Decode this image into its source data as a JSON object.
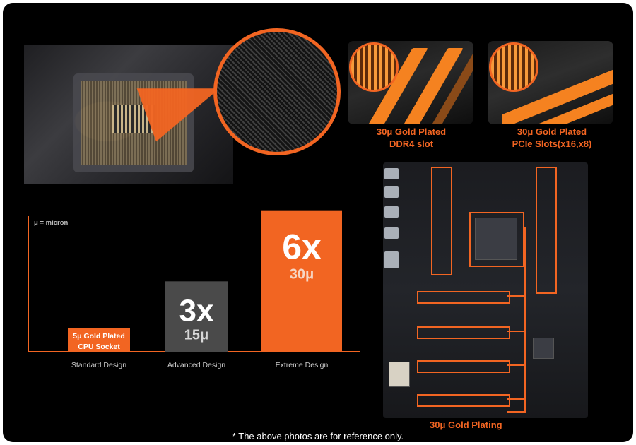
{
  "colors": {
    "background": "#000000",
    "accent": "#f26522",
    "standard_bar": "#f26522",
    "advanced_bar": "#4a4a4a",
    "extreme_bar": "#f26522",
    "caption": "#f26522"
  },
  "captions": {
    "ddr4": [
      "30μ Gold Plated",
      "DDR4 slot"
    ],
    "pcie": [
      "30μ Gold Plated",
      "PCIe Slots(x16,x8)"
    ],
    "mobo": "30μ Gold Plating"
  },
  "footnote": "* The above photos are for reference only.",
  "chart_data": {
    "type": "bar",
    "unit_note": "μ = micron",
    "categories": [
      "Standard Design",
      "Advanced Design",
      "Extreme Design"
    ],
    "values": [
      5,
      15,
      30
    ],
    "multipliers": [
      "",
      "3x",
      "6x"
    ],
    "value_labels": [
      "5μ Gold Plated CPU Socket",
      "15μ",
      "30μ"
    ],
    "standard_label_lines": [
      "5μ Gold Plated",
      "CPU Socket"
    ],
    "ylim": [
      0,
      32
    ],
    "grid": false
  }
}
